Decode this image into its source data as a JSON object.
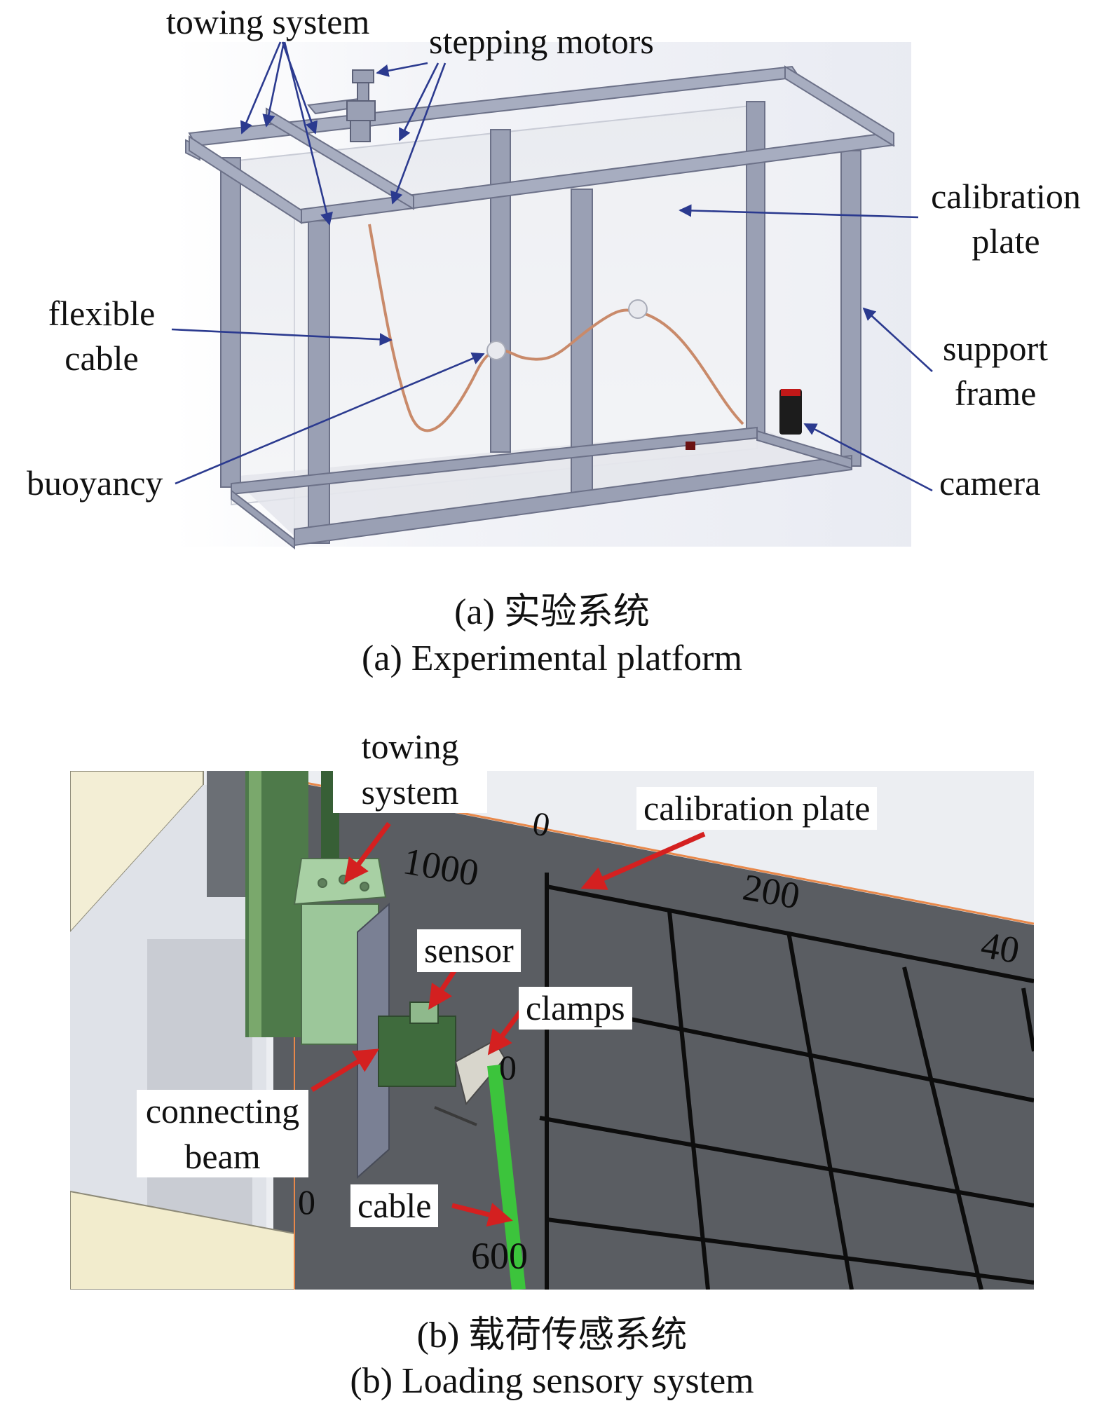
{
  "panel_a": {
    "labels": {
      "towing_system": "towing system",
      "stepping_motors": "stepping motors",
      "calibration_plate_line1": "calibration",
      "calibration_plate_line2": "plate",
      "flexible_cable_line1": "flexible",
      "flexible_cable_line2": "cable",
      "support_frame_line1": "support",
      "support_frame_line2": "frame",
      "buoyancy": "buoyancy",
      "camera": "camera"
    },
    "caption_cn": "(a) 实验系统",
    "caption_en": "(a) Experimental platform"
  },
  "panel_b": {
    "labels": {
      "towing_system_line1": "towing",
      "towing_system_line2": "system",
      "calibration_plate": "calibration plate",
      "sensor": "sensor",
      "clamps": "clamps",
      "connecting_beam_line1": "connecting",
      "connecting_beam_line2": "beam",
      "cable": "cable"
    },
    "scale_numbers": [
      "0",
      "1000",
      "200",
      "40",
      "0",
      "0",
      "600"
    ],
    "caption_cn": "(b) 载荷传感系统",
    "caption_en": "(b) Loading sensory system"
  },
  "colors": {
    "frame": "#9aa0b4",
    "arrow_blue": "#2b3a8f",
    "arrow_red": "#d42020",
    "plate_gray": "#5a5d62",
    "mount_green": "#9cc79a",
    "cable_green": "#3cc43c",
    "cable_copper": "#c98a6a"
  }
}
